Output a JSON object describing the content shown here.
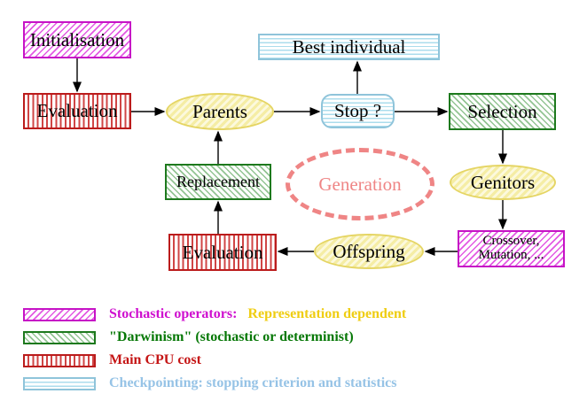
{
  "title": "Evolutionary algorithm flow diagram",
  "nodes": {
    "initialisation": {
      "label": "Initialisation"
    },
    "evaluation_top": {
      "label": "Evaluation"
    },
    "parents": {
      "label": "Parents"
    },
    "stop": {
      "label": "Stop ?"
    },
    "best_individual": {
      "label": "Best individual"
    },
    "selection": {
      "label": "Selection"
    },
    "genitors": {
      "label": "Genitors"
    },
    "crossover_mutation": {
      "line1": "Crossover,",
      "line2": "Mutation, ..."
    },
    "offspring": {
      "label": "Offspring"
    },
    "evaluation_bottom": {
      "label": "Evaluation"
    },
    "replacement": {
      "label": "Replacement"
    },
    "generation": {
      "label": "Generation"
    }
  },
  "legend": {
    "items": [
      {
        "swatch": "magenta-diagonal-hatch",
        "label": "Stochastic operators:",
        "label2": "Representation dependent",
        "label_color": "#cf0fcf",
        "label2_color": "#efcd12"
      },
      {
        "swatch": "green-diagonal-hatch",
        "label": "\"Darwinism\" (stochastic or determinist)",
        "label_color": "#067806"
      },
      {
        "swatch": "red-vertical-stripes",
        "label": "Main CPU cost",
        "label_color": "#c51616"
      },
      {
        "swatch": "cyan-horizontal-stripes",
        "label": "Checkpointing: stopping criterion and statistics",
        "label_color": "#96c3e6"
      }
    ]
  },
  "colors": {
    "magenta_border": "#c613c6",
    "red_border": "#bb1c1c",
    "green_border": "#1d791d",
    "cyan_border": "#8fc4da",
    "yellow_border": "#e5d564",
    "generation_salmon": "#ef8585",
    "arrow": "#000000",
    "node_text": "#000000",
    "background": "#ffffff"
  }
}
